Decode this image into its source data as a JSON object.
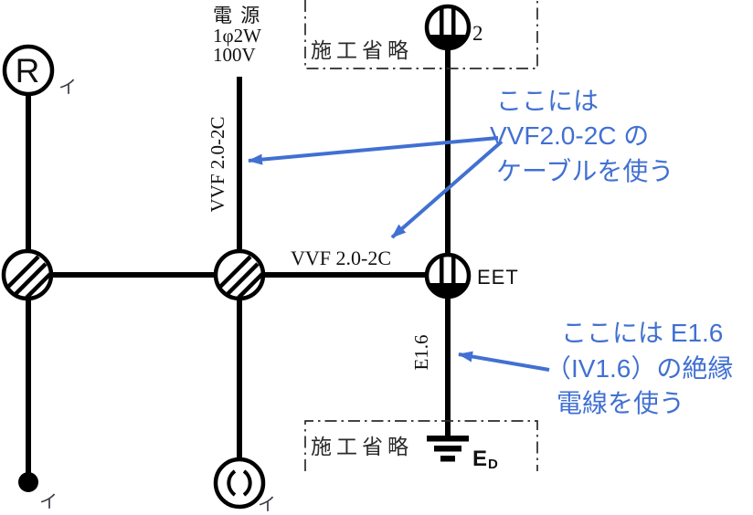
{
  "colors": {
    "wire": "#000000",
    "annotation": "#4170d2",
    "label": "#111111",
    "box_line": "#2a2a2a"
  },
  "power_source": {
    "name_label": "電 源",
    "phase_label": "1φ2W",
    "voltage_label": "100V"
  },
  "cables": {
    "vvf_vertical": "VVF 2.0-2C",
    "vvf_horizontal": "VVF 2.0-2C",
    "e16_vertical": "E1.6"
  },
  "devices": {
    "lamp_letter": "R",
    "lamp_kana": "イ",
    "switch_kana": "イ",
    "ceiling_kana": "イ",
    "outlet_count": "2",
    "eet_label": "EET",
    "earth_label_e": "E",
    "earth_label_sub": "D"
  },
  "construction_boxes": {
    "top_label": "施工省略",
    "bottom_label": "施工省略"
  },
  "annotations": {
    "cable_note": {
      "line1": "ここには",
      "line2": "VVF2.0-2C の",
      "line3": "ケーブルを使う"
    },
    "wire_note": {
      "line1": "ここには E1.6",
      "line2": "（IV1.6）の絶縁",
      "line3": "電線を使う"
    }
  }
}
